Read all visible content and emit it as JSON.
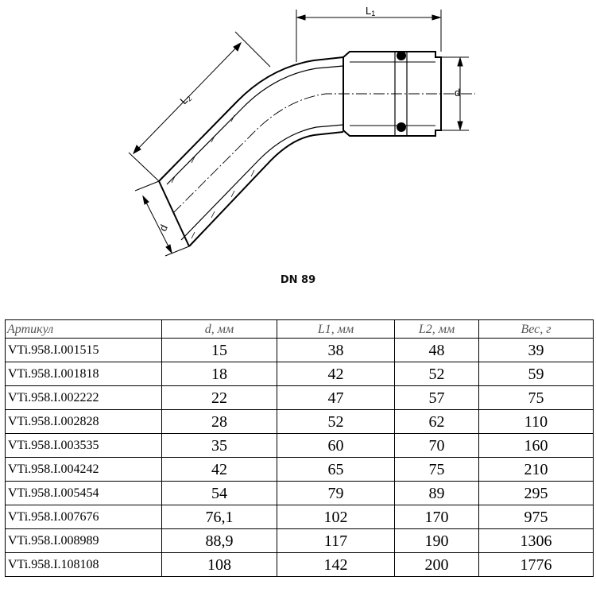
{
  "drawing": {
    "label_l1": "L",
    "label_l1_sub": "1",
    "label_l2": "L",
    "label_l2_sub": "2",
    "label_d_right": "d",
    "label_d_left": "d"
  },
  "caption": "DN 89",
  "table": {
    "headers": [
      "Артикул",
      "d, мм",
      "L1, мм",
      "L2, мм",
      "Вес, г"
    ],
    "rows": [
      [
        "VTi.958.I.001515",
        "15",
        "38",
        "48",
        "39"
      ],
      [
        "VTi.958.I.001818",
        "18",
        "42",
        "52",
        "59"
      ],
      [
        "VTi.958.I.002222",
        "22",
        "47",
        "57",
        "75"
      ],
      [
        "VTi.958.I.002828",
        "28",
        "52",
        "62",
        "110"
      ],
      [
        "VTi.958.I.003535",
        "35",
        "60",
        "70",
        "160"
      ],
      [
        "VTi.958.I.004242",
        "42",
        "65",
        "75",
        "210"
      ],
      [
        "VTi.958.I.005454",
        "54",
        "79",
        "89",
        "295"
      ],
      [
        "VTi.958.I.007676",
        "76,1",
        "102",
        "170",
        "975"
      ],
      [
        "VTi.958.I.008989",
        "88,9",
        "117",
        "190",
        "1306"
      ],
      [
        "VTi.958.I.108108",
        "108",
        "142",
        "200",
        "1776"
      ]
    ]
  }
}
